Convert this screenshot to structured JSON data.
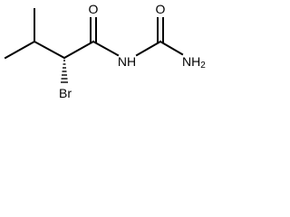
{
  "molecule": {
    "atoms": {
      "oxygen_amide": "O",
      "oxygen_urea": "O",
      "nitrogen_imide": "NH",
      "nitrogen_amine": "NH2",
      "bromine": "Br"
    },
    "stereo_bond": "hashed-wedge"
  }
}
